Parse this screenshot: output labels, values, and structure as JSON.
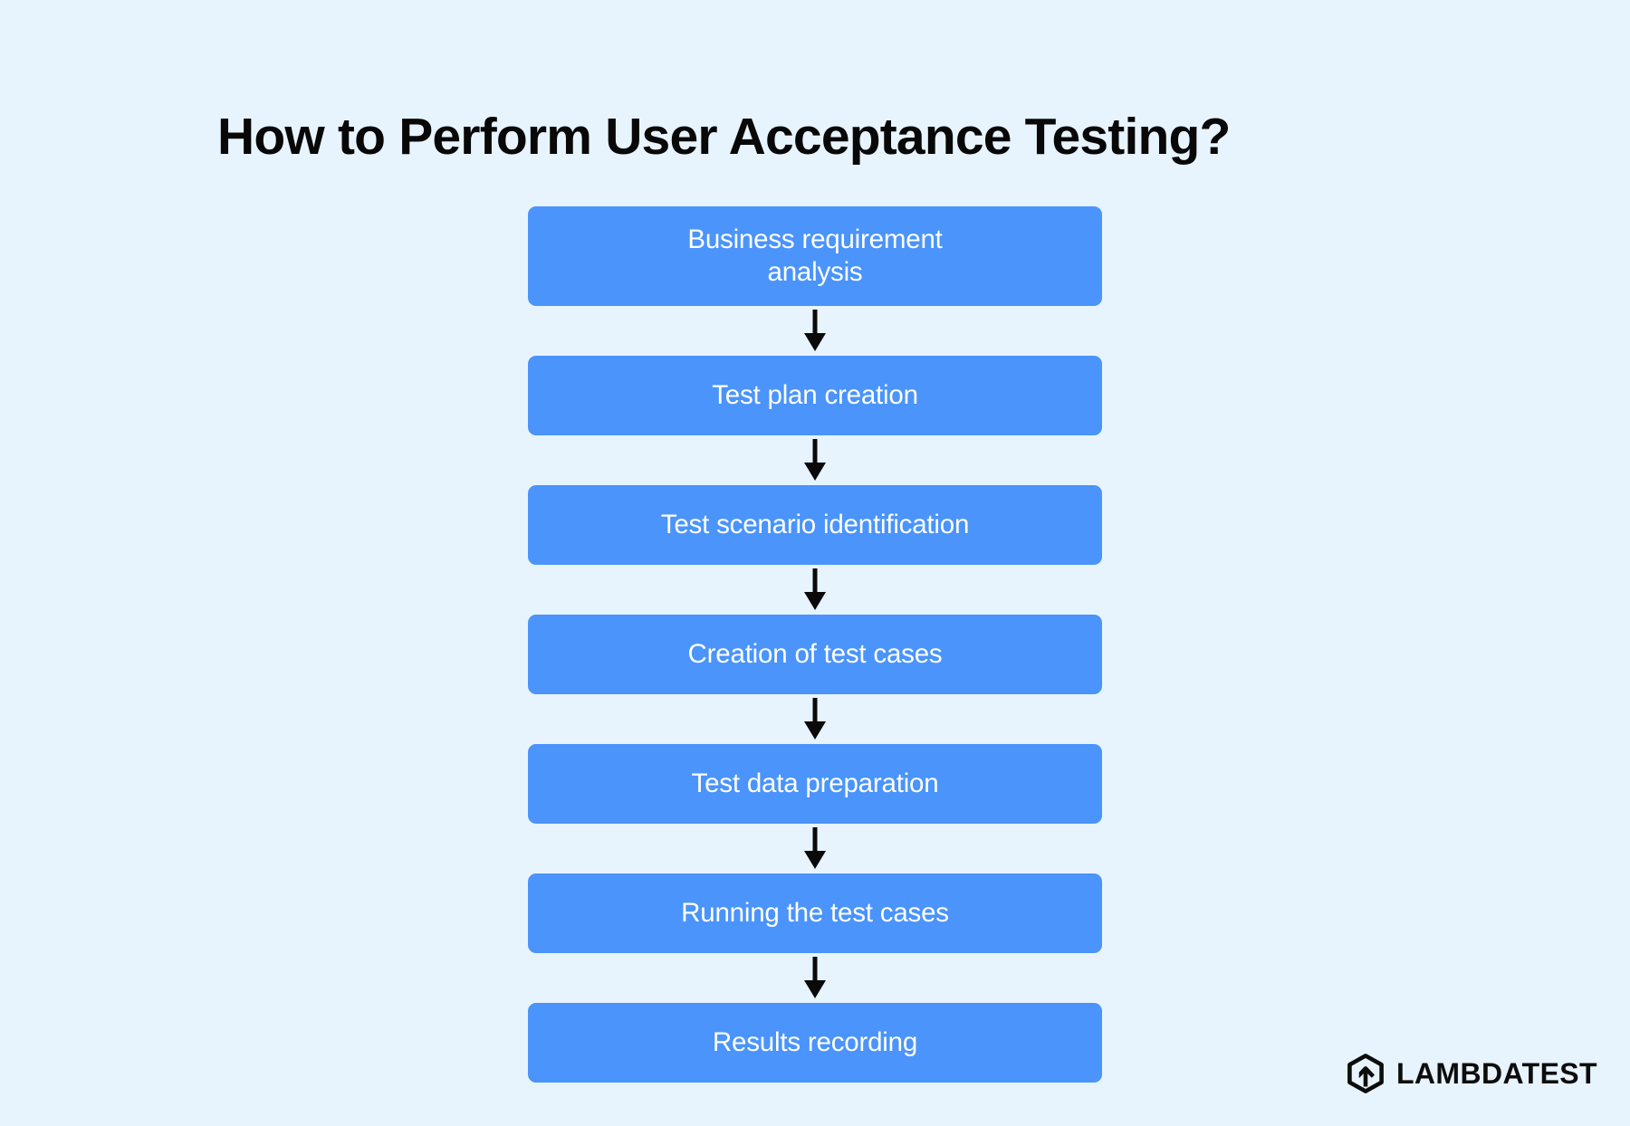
{
  "background_color": "#e8f4fd",
  "title": "How to Perform User Acceptance Testing?",
  "flow": {
    "box_color": "#4a94fb",
    "text_color": "#ffffff",
    "arrow_color": "#0a0a0a",
    "steps": [
      {
        "label": "Business requirement\nanalysis"
      },
      {
        "label": "Test plan creation"
      },
      {
        "label": "Test scenario identification"
      },
      {
        "label": "Creation of test cases"
      },
      {
        "label": "Test data preparation"
      },
      {
        "label": "Running the test cases"
      },
      {
        "label": "Results recording"
      }
    ]
  },
  "brand": {
    "name": "LAMBDATEST",
    "mark_icon": "lambdatest-hexagon-arrow-icon",
    "color": "#0d0d0d"
  }
}
